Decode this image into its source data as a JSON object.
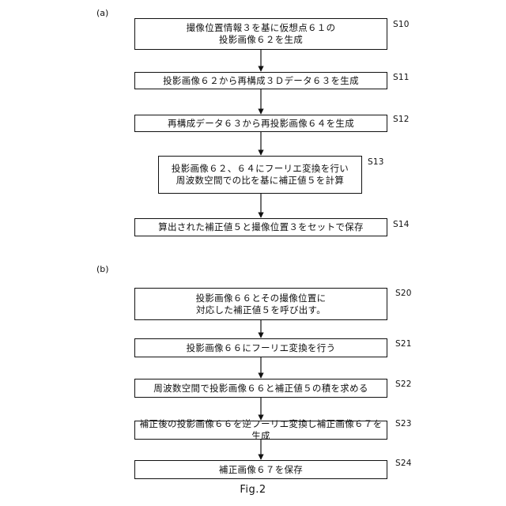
{
  "panel_a": {
    "label": "(a)",
    "steps": [
      {
        "id": "S10",
        "text": "撮像位置情報３を基に仮想点６１の\n投影画像６２を生成"
      },
      {
        "id": "S11",
        "text": "投影画像６２から再構成３Ｄデータ６３を生成"
      },
      {
        "id": "S12",
        "text": "再構成データ６３から再投影画像６４を生成"
      },
      {
        "id": "S13",
        "text": "投影画像６２、６４にフーリエ変換を行い\n周波数空間での比を基に補正値５を計算"
      },
      {
        "id": "S14",
        "text": "算出された補正値５と撮像位置３をセットで保存"
      }
    ]
  },
  "panel_b": {
    "label": "(b)",
    "steps": [
      {
        "id": "S20",
        "text": "投影画像６６とその撮像位置に\n対応した補正値５を呼び出す。"
      },
      {
        "id": "S21",
        "text": "投影画像６６にフーリエ変換を行う"
      },
      {
        "id": "S22",
        "text": "周波数空間で投影画像６６と補正値５の積を求める"
      },
      {
        "id": "S23",
        "text": "補正後の投影画像６６を逆フーリエ変換し補正画像６７を生成"
      },
      {
        "id": "S24",
        "text": "補正画像６７を保存"
      }
    ]
  },
  "caption": "Fig.2"
}
